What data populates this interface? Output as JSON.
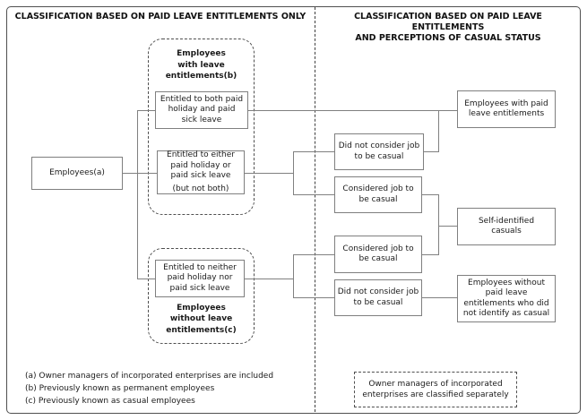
{
  "headers": {
    "left": "CLASSIFICATION BASED ON PAID LEAVE ENTITLEMENTS ONLY",
    "right": "CLASSIFICATION BASED ON PAID LEAVE ENTITLEMENTS\nAND PERCEPTIONS OF CASUAL STATUS"
  },
  "nodes": {
    "employees": "Employees(a)",
    "group_with_title": "Employees\nwith leave\nentitlements(b)",
    "entitled_both": "Entitled to both paid\nholiday and paid\nsick leave",
    "entitled_either": "Entitled to either\npaid holiday or\npaid sick leave",
    "entitled_either_note": "(but not both)",
    "entitled_neither": "Entitled to neither\npaid holiday nor\npaid sick leave",
    "group_without_title": "Employees\nwithout leave\nentitlements(c)",
    "did_not_consider_top": "Did not consider job\nto be casual",
    "considered_top": "Considered job to\nbe casual",
    "considered_bottom": "Considered job to\nbe casual",
    "did_not_consider_bottom": "Did not consider job\nto be casual",
    "employees_with_paid": "Employees with paid\nleave entitlements",
    "self_identified": "Self-identified\ncasuals",
    "employees_without_paid": "Employees without\npaid leave\nentitlements who did\nnot identify as casual"
  },
  "edges": [
    {
      "from": "employees",
      "to": "entitled_both"
    },
    {
      "from": "employees",
      "to": "entitled_either"
    },
    {
      "from": "employees",
      "to": "entitled_neither"
    },
    {
      "from": "entitled_both",
      "to": "employees_with_paid"
    },
    {
      "from": "entitled_either",
      "to": "did_not_consider_top"
    },
    {
      "from": "entitled_either",
      "to": "considered_top"
    },
    {
      "from": "entitled_neither",
      "to": "considered_bottom"
    },
    {
      "from": "entitled_neither",
      "to": "did_not_consider_bottom"
    },
    {
      "from": "did_not_consider_top",
      "to": "employees_with_paid"
    },
    {
      "from": "considered_top",
      "to": "self_identified"
    },
    {
      "from": "considered_bottom",
      "to": "self_identified"
    },
    {
      "from": "did_not_consider_bottom",
      "to": "employees_without_paid"
    }
  ],
  "footnotes": [
    "(a) Owner managers of incorporated enterprises are included",
    "(b) Previously known as permanent employees",
    "(c) Previously known as casual employees"
  ],
  "note_box": "Owner managers of incorporated\nenterprises are classified separately",
  "colors": {
    "line": "#808080",
    "box_border": "#7f7f7f",
    "dashed_border": "#4f4f4f",
    "text": "#1a1a1a",
    "background": "#ffffff"
  }
}
